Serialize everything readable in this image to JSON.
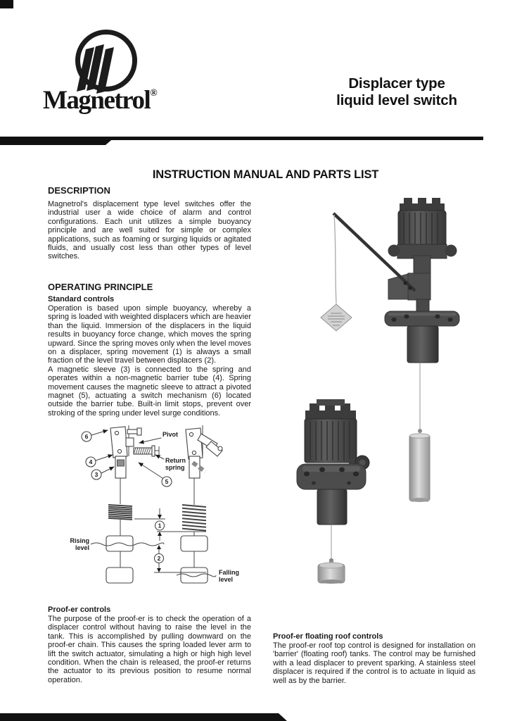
{
  "page": {
    "brand": "Magnetrol",
    "reg": "®",
    "title_line1": "Displacer type",
    "title_line2": "liquid level switch",
    "main_heading": "INSTRUCTION MANUAL AND PARTS LIST"
  },
  "description": {
    "heading": "DESCRIPTION",
    "body": "Magnetrol's displacement type level switches offer the industrial user a wide choice of alarm and control configurations. Each unit utilizes a simple buoyancy principle and are well suited for simple or complex applications, such as foaming or surging liquids or agitated fluids, and usually cost less than other types of level switches."
  },
  "operating": {
    "heading": "OPERATING PRINCIPLE",
    "subheading": "Standard controls",
    "para1": "Operation is based upon simple buoyancy, whereby a spring is loaded with weighted displacers which are heavier than the liquid. Immersion of the displacers in the liquid results in buoyancy force change, which moves the spring upward. Since the spring moves only when the level moves on a displacer, spring movement (1) is always a small fraction of the level travel between displacers (2).",
    "para2": "A magnetic sleeve (3) is connected to the spring and operates within a non-magnetic barrier tube (4). Spring movement causes the magnetic sleeve to attract a pivoted magnet (5), actuating a switch mechanism (6) located outside the barrier tube. Built-in limit stops, prevent over stroking of the spring under level surge conditions."
  },
  "diagram": {
    "labels": {
      "pivot": "Pivot",
      "return1": "Return",
      "return2": "spring",
      "rising1": "Rising",
      "rising2": "level",
      "falling1": "Falling",
      "falling2": "level"
    },
    "callouts": {
      "c1": "1",
      "c2": "2",
      "c3": "3",
      "c4": "4",
      "c5": "5",
      "c6": "6"
    }
  },
  "proofer": {
    "heading": "Proof-er controls",
    "body": "The purpose of the proof-er is to check the operation of a displacer control without having to raise the level in the tank. This is accomplished by pulling downward on the proof-er chain. This causes the spring loaded lever arm to lift the switch actuator, simulating a high or high high level condition. When the chain is released, the proof-er returns the actuator to its previous position to resume normal operation."
  },
  "floating": {
    "heading": "Proof-er floating roof controls",
    "body": "The proof-er roof top control is designed for installation on 'barrier' (floating roof) tanks. The control may be furnished with a lead displacer to prevent sparking. A stainless steel displacer is required if the control is to actuate in liquid as well as by the barrier."
  },
  "colors": {
    "ink": "#1a1a1a",
    "bar": "#111111",
    "housing": "#4a4a4a",
    "silver": "#c0c0c0"
  }
}
